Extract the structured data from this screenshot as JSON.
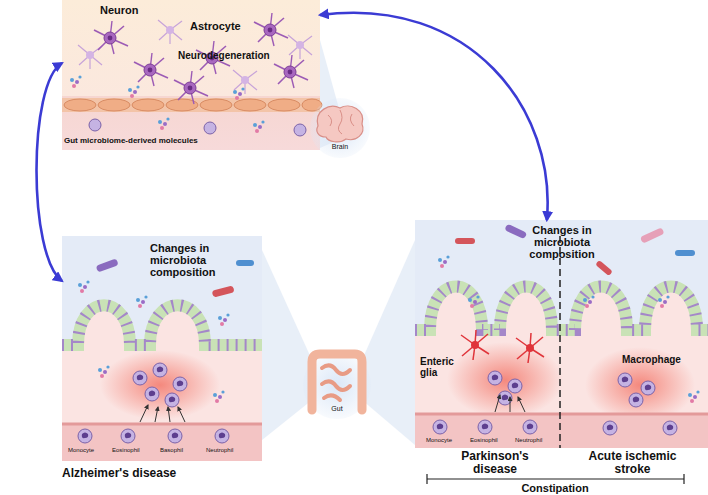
{
  "diagram": {
    "nodes": [
      {
        "text": [
          "Neuron",
          "Astrocyte",
          "Neurodegeneration",
          "Gut microbiome-derived molecules"
        ]
      },
      {
        "text": [
          "Brain"
        ]
      },
      {
        "text": [
          "Gut"
        ]
      },
      {
        "text": [
          "Changes in microbiota composition",
          "Monocyte",
          "Eosinophil",
          "Basophil",
          "Neutrophil",
          "Alzheimer's disease"
        ]
      },
      {
        "text": [
          "Changes in microbiota composition",
          "Enteric glia",
          "Macrophage",
          "Monocyte",
          "Eosinophil",
          "Neutrophil",
          "Parkinson's disease",
          "Acute ischemic stroke"
        ]
      }
    ],
    "edges": [
      {
        "from": 0,
        "to": 3,
        "arrow": "both"
      },
      {
        "from": 0,
        "to": 4,
        "arrow": "both"
      }
    ],
    "labels": [
      "Constipation"
    ]
  }
}
